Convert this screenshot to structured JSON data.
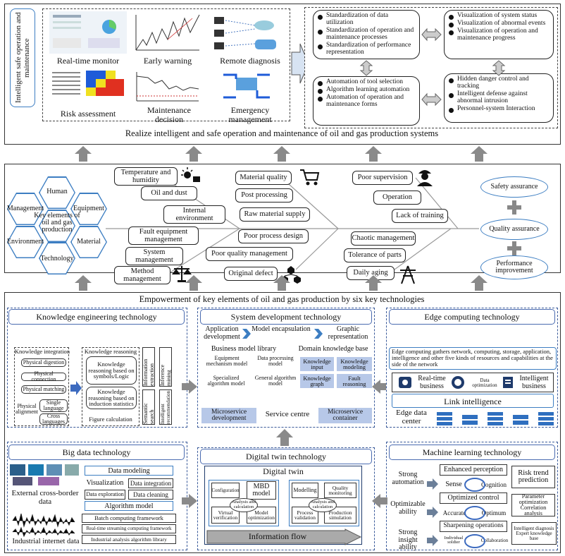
{
  "top": {
    "side_label": "Intelligent safe operation and maintenance",
    "modules": [
      "Real-time monitor",
      "Early warning",
      "Remote diagnosis",
      "Risk assessment",
      "Maintenance decision",
      "Emergency management"
    ],
    "bottom_caption": "Realize intelligent and safe operation and maintenance of oil and gas production systems",
    "std_box": [
      "Standardization of data utilization",
      "Standardization of operation and maintenance processes",
      "Standardization of performance representation"
    ],
    "vis_box": [
      "Visualization of system status",
      "Visualization of abnormal events",
      "Visualization of operation and maintenance progress"
    ],
    "auto_box": [
      "Automation of tool selection",
      "Algorithm learning automation",
      "Automation of operation and maintenance forms"
    ],
    "hidden_box": [
      "Hidden danger control and tracking",
      "Intelligent defense against abnormal intrusion",
      "Personnel-system Interaction"
    ]
  },
  "middle": {
    "hexagons": [
      "Human",
      "Management",
      "Equipment",
      "Environment",
      "Material",
      "Technology"
    ],
    "center_label": "Key elements of oil and gas production",
    "factors": [
      "Temperature and humidity",
      "Oil and dust",
      "Internal environment",
      "Fault equipment management",
      "System management",
      "Method management",
      "Material quality",
      "Post processing",
      "Raw material supply",
      "Poor process design",
      "Poor quality management",
      "Original defect",
      "Poor supervision",
      "Operation",
      "Lack of training",
      "Chaotic management",
      "Tolerance of parts",
      "Daily aging"
    ],
    "outcomes": [
      "Safety assurance",
      "Quality assurance",
      "Performance improvement"
    ]
  },
  "bottom": {
    "caption": "Empowerment of key elements of oil and gas production by six key technologies",
    "ke": {
      "title": "Knowledge engineering technology",
      "integration": "Knowledge integration",
      "items": [
        "Physical digestion",
        "Physical connection",
        "Physical matching"
      ],
      "alignment": "Physical alignment",
      "languages": [
        "Single language",
        "Cross languages"
      ],
      "reasoning": "Knowledge reasoning",
      "r_items": [
        "Knowledge reasoning based on symbols/Logic",
        "Knowledge reasoning based on induction statistics",
        "Figure calculation"
      ],
      "vertical": [
        "Information extraction",
        "Inference mining",
        "Semantic search",
        "Intelligent recommendation"
      ]
    },
    "sd": {
      "title": "System development technology",
      "flow": [
        "Application development",
        "Model encapsulation",
        "Graphic representation"
      ],
      "lib": "Business model library",
      "domain": "Domain knowledge base",
      "models": [
        "Equipment mechanism model",
        "Data processing model",
        "Specialized algorithm model",
        "General algorithm model"
      ],
      "kb": [
        "Knowledge input",
        "Knowledge modeling",
        "Knowledge graph",
        "Fault reasoning"
      ],
      "bottom": [
        "Microservice development",
        "Service centre",
        "Microservice container"
      ]
    },
    "ec": {
      "title": "Edge computing technology",
      "desc": "Edge computing gathers network, computing, storage, application, intelligence and other five kinds of resources and capabilities at the side of the network",
      "items": [
        "Real-time business",
        "Data optimization",
        "Intelligent business"
      ],
      "link": "Link intelligence",
      "center": "Edge data center"
    },
    "bd": {
      "title": "Big data technology",
      "ext": "External cross-border data",
      "ind": "Industrial internet data",
      "modeling": "Data modeling",
      "mod_items": [
        "Visualization",
        "Data integration",
        "Data exploration",
        "Data cleaning"
      ],
      "algo": "Algorithm model",
      "frames": [
        "Batch computing framework",
        "Real-time streaming computing framework",
        "Industrial analysis algorithm library"
      ]
    },
    "dt": {
      "title": "Digital twin technology",
      "inner": "Digital twin",
      "left": [
        "Configuration",
        "MBD model",
        "Virtual verification",
        "Model optimization",
        "Analysis and calculation"
      ],
      "right": [
        "Modelling",
        "Quality monitoring",
        "Process validation",
        "Production simulation",
        "Analysis and calculation"
      ],
      "flow": "Information flow"
    },
    "ml": {
      "title": "Machine learning technology",
      "rows": [
        {
          "label": "Strong automation",
          "top": "Enhanced perception",
          "a": "Sense",
          "b": "Cognition",
          "side": "Risk trend prediction"
        },
        {
          "label": "Optimizable ability",
          "top": "Optimized control",
          "a": "Accurate",
          "b": "Optimum",
          "side": "Parameter optimization Correlation analysis"
        },
        {
          "label": "Strong insight ability",
          "top": "Sharpening operations",
          "a": "Individual soldier",
          "b": "Collaboration",
          "side": "Intelligent diagnosis Expert knowledge base"
        }
      ]
    }
  },
  "colors": {
    "accent": "#3d7ec2",
    "bar": "#b7c8e8",
    "arrow": "#8a8a8a"
  }
}
